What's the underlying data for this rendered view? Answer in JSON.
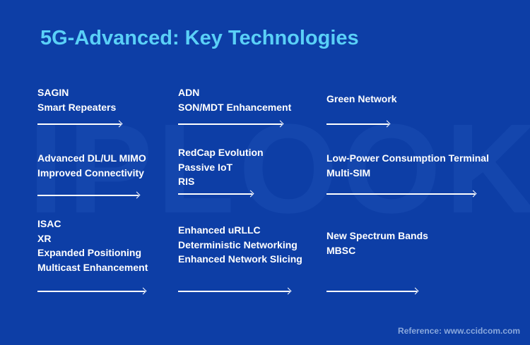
{
  "watermark": "IPLOOK",
  "title": "5G-Advanced: Key Technologies",
  "cells": {
    "c1": [
      "SAGIN",
      "Smart Repeaters"
    ],
    "c2": [
      "ADN",
      "SON/MDT Enhancement"
    ],
    "c3": [
      "Green Network"
    ],
    "c4": [
      "Advanced DL/UL MIMO",
      "Improved Connectivity"
    ],
    "c5": [
      "RedCap Evolution",
      "Passive IoT",
      "RIS"
    ],
    "c6": [
      "Low-Power Consumption Terminal",
      "Multi-SIM"
    ],
    "c7": [
      "ISAC",
      "XR",
      "Expanded Positioning",
      "Multicast Enhancement"
    ],
    "c8": [
      "Enhanced uRLLC",
      "Deterministic Networking",
      "Enhanced Network Slicing"
    ],
    "c9": [
      "New Spectrum Bands",
      "MBSC"
    ]
  },
  "reference": "Reference: www.ccidcom.com",
  "colors": {
    "background": "#0d3ea6",
    "title": "#5ad0f7",
    "text": "#ffffff"
  }
}
